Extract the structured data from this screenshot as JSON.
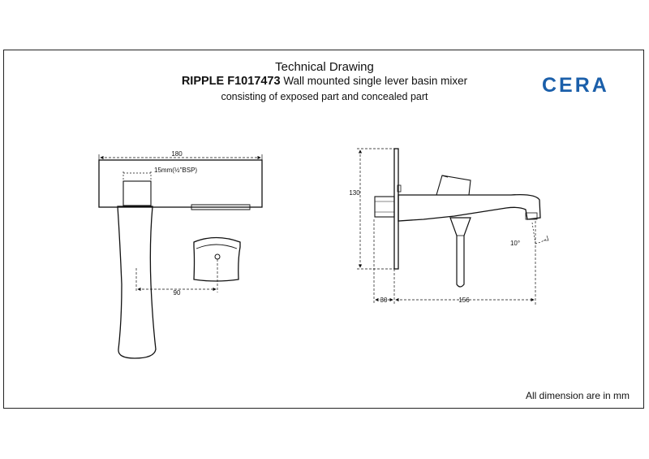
{
  "header": {
    "line1": "Technical Drawing",
    "model": "RIPPLE F1017473",
    "description": "Wall mounted single lever basin mixer",
    "line3": "consisting of exposed part and concealed part"
  },
  "brand": {
    "name": "CERA",
    "color": "#1b5faa"
  },
  "front_view": {
    "dim_total_width": "180",
    "dim_outlet": "15mm(½\"BSP)",
    "dim_spacing": "90"
  },
  "side_view": {
    "dim_height": "130",
    "dim_depth": "30",
    "dim_projection": "156",
    "dim_angle": "10°"
  },
  "footer": {
    "note": "All dimension are in mm"
  }
}
